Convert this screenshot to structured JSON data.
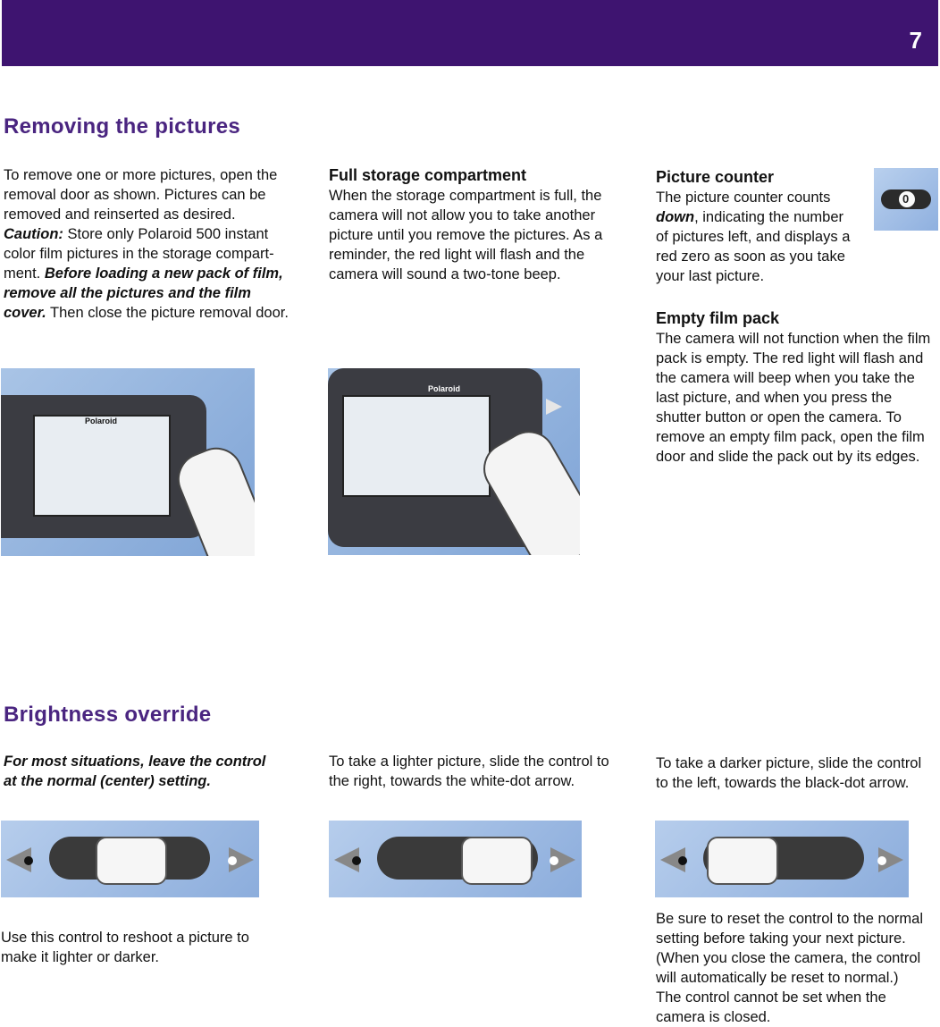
{
  "header": {
    "page_number": "7"
  },
  "section1": {
    "title": "Removing the pictures",
    "col1": {
      "intro": "To remove one or more pictures, open the removal door as shown. Pictures can be removed and reinserted as desired.",
      "caution_label": "Caution:",
      "caution_text": "Store only Polaroid 500 instant color film pictures in the storage compart-ment.",
      "bold_italic": "Before loading a new pack of film, remove all the pictures and the film cover.",
      "closing": "Then close the picture removal door."
    },
    "col2": {
      "heading": "Full storage compartment",
      "text": "When the storage compartment is full, the camera will not allow you to take another picture until you remove the pictures. As a reminder, the red light will flash and the camera will sound a two-tone beep."
    },
    "col3": {
      "heading": "Picture counter",
      "text_pre": "The picture counter counts",
      "text_em": "down",
      "text_post": ", indicating the number of pictures left, and displays a red zero as soon as you take your last picture.",
      "counter_value": "0",
      "heading2": "Empty film pack",
      "text2": "The camera will not function when the film pack is empty. The red light will flash and the camera will beep when you take the last picture, and when you press the shutter button or open the camera. To remove an empty film pack, open the film door and slide the pack out by its edges."
    },
    "brand1": "Polaroid",
    "brand2": "Polaroid"
  },
  "section2": {
    "title": "Brightness override",
    "col1_text": "For most situations, leave the control at the normal (center) setting.",
    "col2_text": "To take a lighter picture, slide the control to the right, towards the white-dot arrow.",
    "col3_text": "To take a darker picture, slide the control to the left, towards the black-dot arrow.",
    "note_left": "Use this control to reshoot a picture to make it lighter or darker.",
    "note_right": "Be sure to reset the control to the normal setting before taking your next picture. (When you close the camera, the control will automatically be reset to normal.) The control cannot be set when the camera is closed."
  }
}
